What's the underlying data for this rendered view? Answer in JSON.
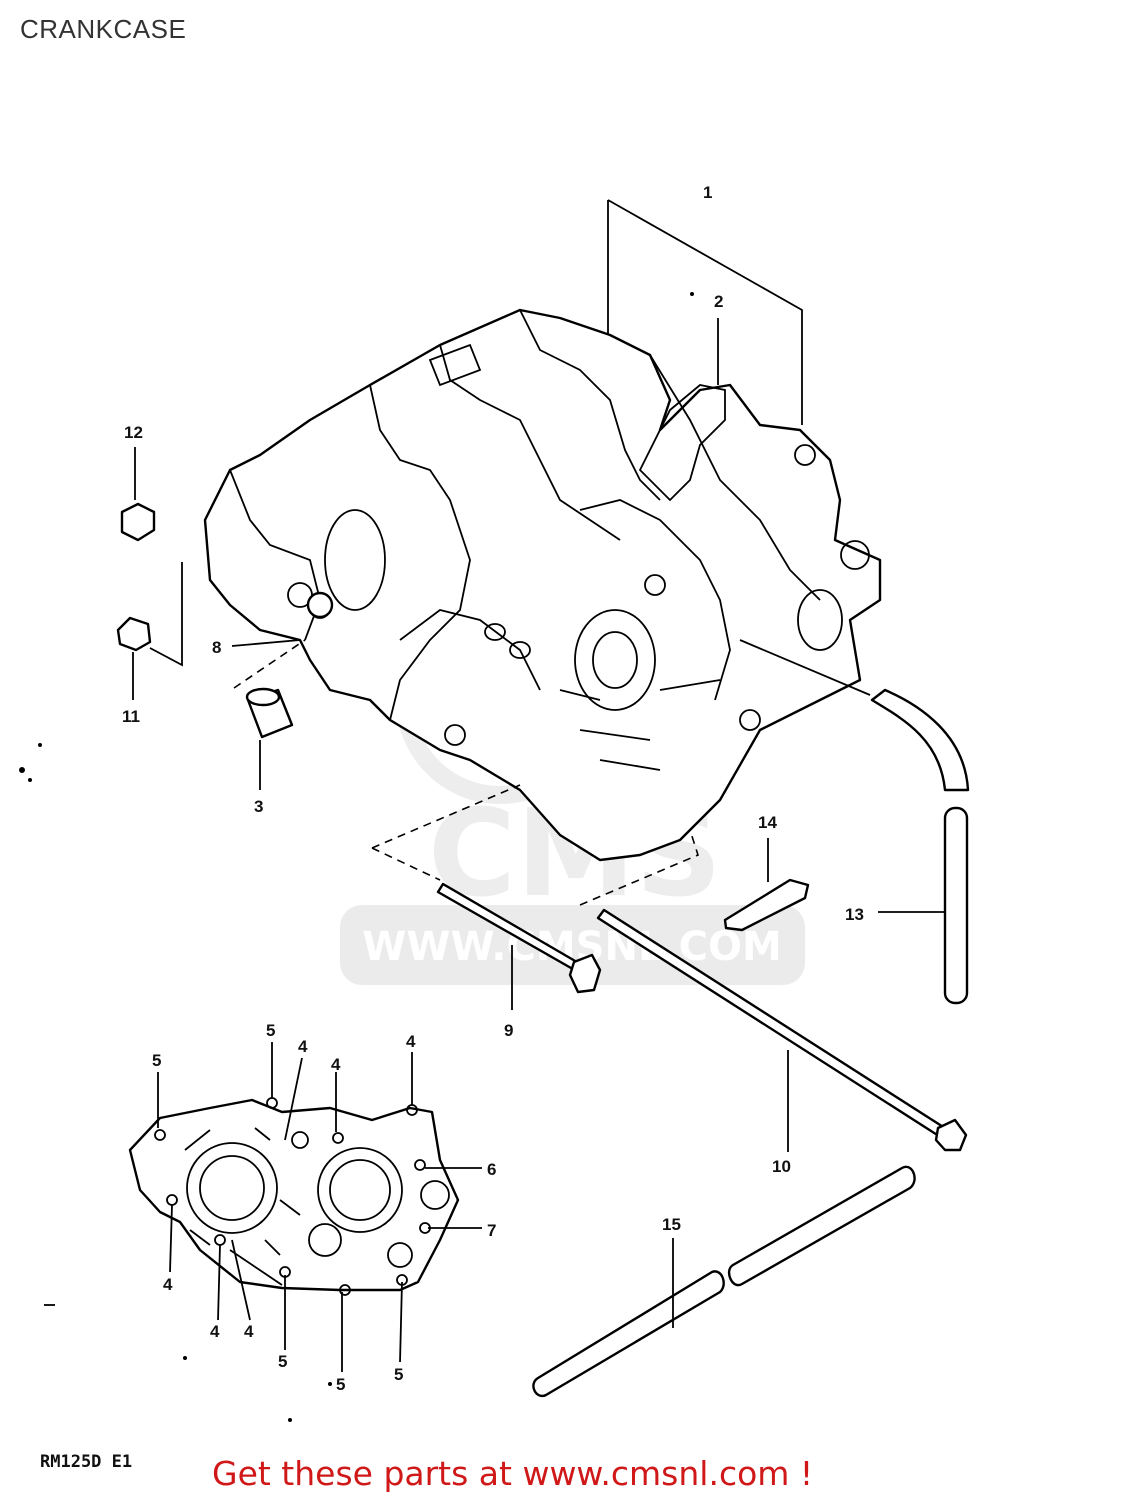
{
  "title": "CRANKCASE",
  "model_code": "RM125D E1",
  "footer_text": "Get these parts at www.cmsnl.com !",
  "watermark": "CMS WWW.CMSNL.COM",
  "colors": {
    "footer": "#d01818",
    "watermark": "#e6e6e6",
    "lines": "#000000"
  },
  "callouts": {
    "c1": "1",
    "c2": "2",
    "c3": "3",
    "c4a": "4",
    "c4b": "4",
    "c4c": "4",
    "c4d": "4",
    "c4e": "4",
    "c4f": "4",
    "c5a": "5",
    "c5b": "5",
    "c5c": "5",
    "c5d": "5",
    "c5e": "5",
    "c6": "6",
    "c7": "7",
    "c8": "8",
    "c9": "9",
    "c10": "10",
    "c11": "11",
    "c12": "12",
    "c13": "13",
    "c14": "14",
    "c15": "15"
  }
}
